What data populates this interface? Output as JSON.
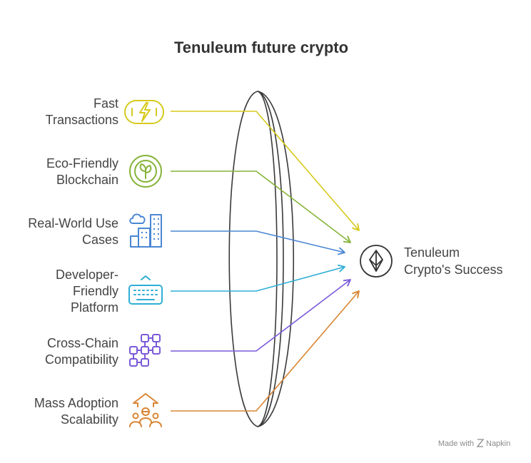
{
  "title": "Tenuleum future crypto",
  "factors": [
    {
      "line1": "Fast",
      "line2": "Transactions",
      "line3": "",
      "color": "#d7ca1c",
      "icon": "lightning-icon"
    },
    {
      "line1": "Eco-Friendly",
      "line2": "Blockchain",
      "line3": "",
      "color": "#86b43a",
      "icon": "eco-leaf-icon"
    },
    {
      "line1": "Real-World Use",
      "line2": "Cases",
      "line3": "",
      "color": "#4a86d4",
      "icon": "city-buildings-icon"
    },
    {
      "line1": "Developer-",
      "line2": "Friendly",
      "line3": "Platform",
      "color": "#2eaed6",
      "icon": "keyboard-icon"
    },
    {
      "line1": "Cross-Chain",
      "line2": "Compatibility",
      "line3": "",
      "color": "#7a5ad8",
      "icon": "network-blocks-icon"
    },
    {
      "line1": "Mass Adoption",
      "line2": "Scalability",
      "line3": "",
      "color": "#d98634",
      "icon": "people-growth-icon"
    }
  ],
  "target": {
    "line1": "Tenuleum",
    "line2": "Crypto's Success",
    "icon": "eos-logo-icon"
  },
  "footer": {
    "made_with": "Made with",
    "brand": "Napkin"
  }
}
